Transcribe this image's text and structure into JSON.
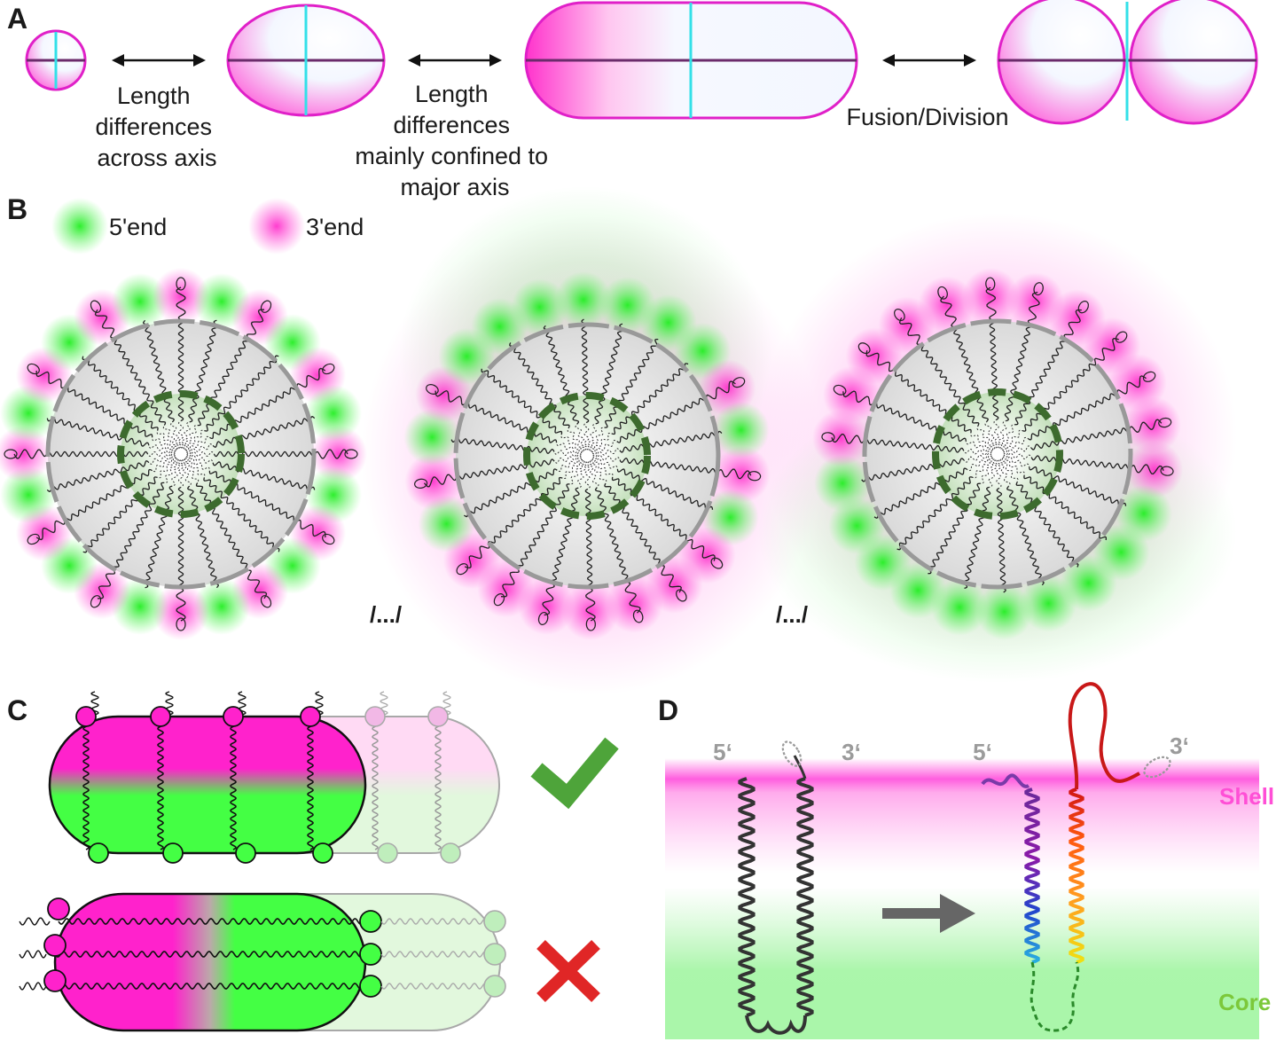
{
  "panels": {
    "a": "A",
    "b": "B",
    "c": "C",
    "d": "D"
  },
  "panel_a": {
    "label_1": [
      "Length",
      "differences",
      "across axis"
    ],
    "label_2": [
      "Length",
      "differences",
      "mainly confined to",
      "major axis"
    ],
    "label_3": "Fusion/Division"
  },
  "panel_b": {
    "legend_5": "5'end",
    "legend_3": "3'end",
    "ellipsis": "/.../"
  },
  "panel_d": {
    "five_prime": "5‘",
    "three_prime": "3‘",
    "shell": "Shell",
    "core": "Core"
  },
  "colors": {
    "magenta": "#ff33cc",
    "green": "#33ff33",
    "cyan": "#33e0e8",
    "dark_green": "#3d6b2e",
    "check": "#4ea43a",
    "cross": "#e02626",
    "shell_text": "#ff4fd6",
    "core_text": "#7cc83a"
  }
}
